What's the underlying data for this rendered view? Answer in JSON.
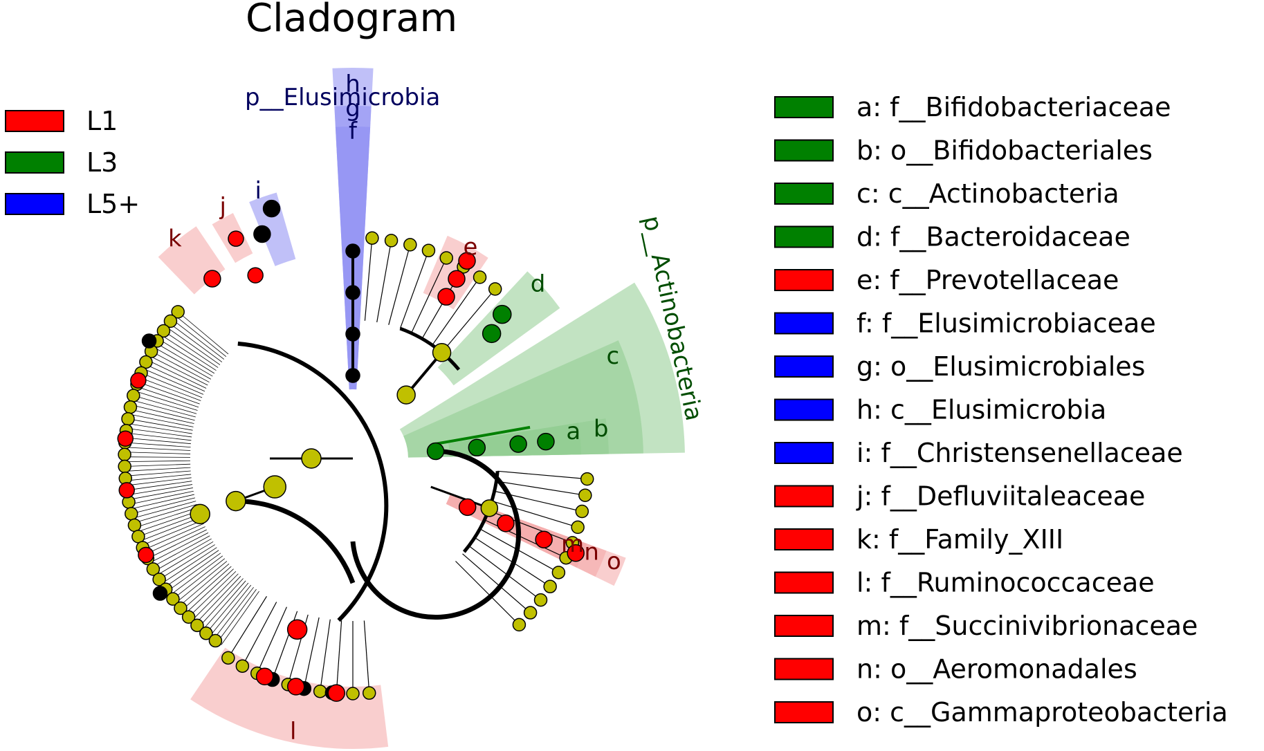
{
  "title": "Cladogram",
  "colors": {
    "L1": "#ff0000",
    "L3": "#008000",
    "L5+": "#0000ff",
    "neutral": "#c0c000",
    "L1_shade": "#f4a6a6",
    "L3_shade": "#8fcc8f",
    "L5_shade": "#8c8cf2",
    "L1_text": "#7a0000",
    "L3_text": "#004d00",
    "L5_text": "#00005e"
  },
  "groups_legend": [
    {
      "label": "L1",
      "color": "#ff0000"
    },
    {
      "label": "L3",
      "color": "#008000"
    },
    {
      "label": "L5+",
      "color": "#0000ff"
    }
  ],
  "clade_legend": [
    {
      "text": "a: f__Bifidobacteriaceae",
      "color": "#008000"
    },
    {
      "text": "b: o__Bifidobacteriales",
      "color": "#008000"
    },
    {
      "text": "c: c__Actinobacteria",
      "color": "#008000"
    },
    {
      "text": "d: f__Bacteroidaceae",
      "color": "#008000"
    },
    {
      "text": "e: f__Prevotellaceae",
      "color": "#ff0000"
    },
    {
      "text": "f: f__Elusimicrobiaceae",
      "color": "#0000ff"
    },
    {
      "text": "g: o__Elusimicrobiales",
      "color": "#0000ff"
    },
    {
      "text": "h: c__Elusimicrobia",
      "color": "#0000ff"
    },
    {
      "text": "i: f__Christensenellaceae",
      "color": "#0000ff"
    },
    {
      "text": "j: f__Defluviitaleaceae",
      "color": "#ff0000"
    },
    {
      "text": "k: f__Family_XIII",
      "color": "#ff0000"
    },
    {
      "text": "l: f__Ruminococcaceae",
      "color": "#ff0000"
    },
    {
      "text": "m: f__Succinivibrionaceae",
      "color": "#ff0000"
    },
    {
      "text": "n: o__Aeromonadales",
      "color": "#ff0000"
    },
    {
      "text": "o: c__Gammaproteobacteria",
      "color": "#ff0000"
    }
  ],
  "phylum_labels": {
    "elusimicrobia": "p__Elusimicrobia",
    "actinobacteria": "p__Actinobacteria"
  },
  "clade_tags": {
    "a": "a",
    "b": "b",
    "c": "c",
    "d": "d",
    "e": "e",
    "f": "f",
    "g": "g",
    "h": "h",
    "i": "i",
    "j": "j",
    "k": "k",
    "l": "l",
    "m": "m",
    "n": "n",
    "o": "o"
  }
}
